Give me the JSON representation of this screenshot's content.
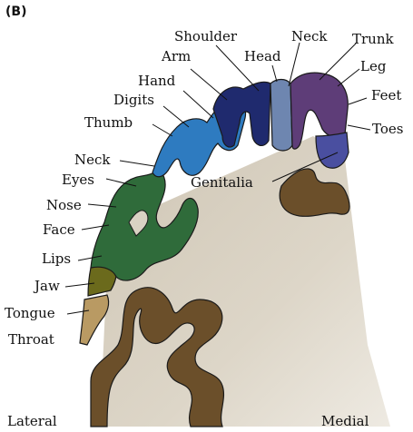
{
  "panel_label": "(B)",
  "labels": {
    "shoulder": "Shoulder",
    "neck_top": "Neck",
    "trunk": "Trunk",
    "arm": "Arm",
    "head": "Head",
    "leg": "Leg",
    "hand": "Hand",
    "feet": "Feet",
    "digits": "Digits",
    "thumb": "Thumb",
    "toes": "Toes",
    "neck_face": "Neck",
    "eyes": "Eyes",
    "genitalia": "Genitalia",
    "nose": "Nose",
    "face": "Face",
    "lips": "Lips",
    "jaw": "Jaw",
    "tongue": "Tongue",
    "throat": "Throat"
  },
  "axis": {
    "lateral": "Lateral",
    "medial": "Medial"
  },
  "colors": {
    "cortex_brown": "#6b4f2a",
    "white_matter": "#d9d2c3",
    "throat_tan": "#b99a63",
    "jaw_olive": "#6b6a1c",
    "face_green": "#2f6b3a",
    "hand_blue": "#2e7bc0",
    "arm_navy": "#1f2a6e",
    "head_slate": "#6e86b0",
    "trunk_purple": "#5e3d78",
    "leg_purple": "#6a3f80",
    "toes_blue": "#4a4fa0"
  }
}
